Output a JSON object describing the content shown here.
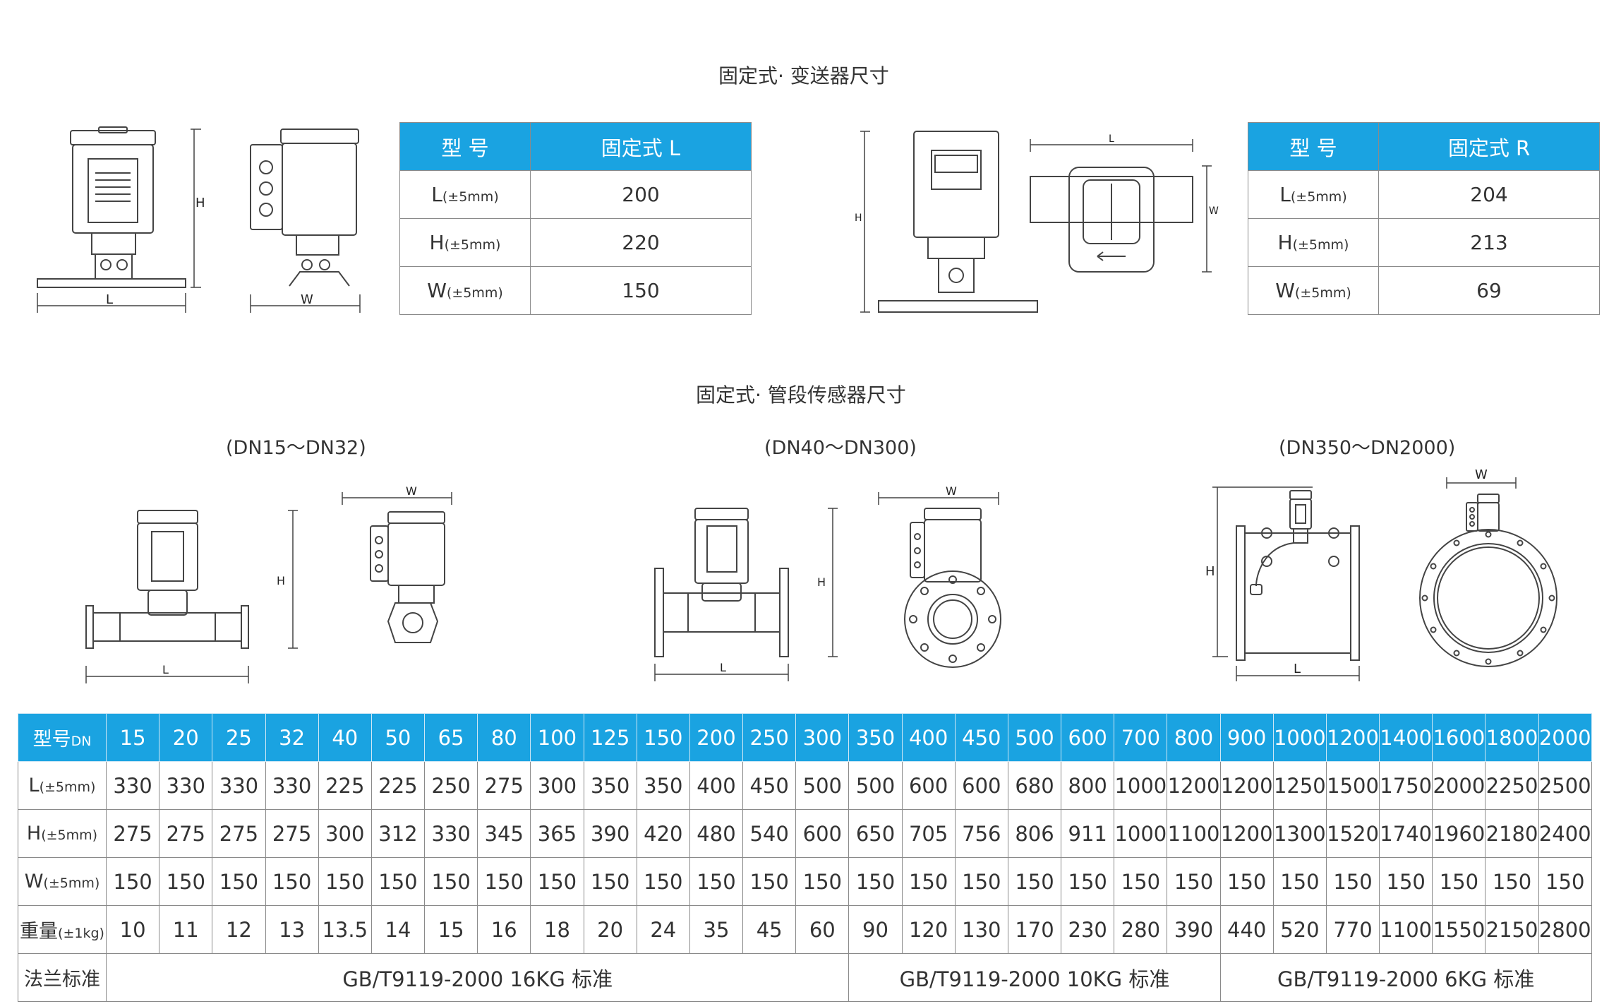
{
  "titles": {
    "transmitter": "固定式· 变送器尺寸",
    "pipe_sensor": "固定式· 管段传感器尺寸"
  },
  "ranges": [
    "(DN15～DN32)",
    "(DN40～DN300)",
    "(DN350～DN2000)"
  ],
  "drawing_labels": {
    "H": "H",
    "L": "L",
    "W": "W"
  },
  "unit_tol": "(±5mm)",
  "table_l": {
    "header": [
      "型 号",
      "固定式 L"
    ],
    "rows": [
      {
        "label": "L",
        "value": "200"
      },
      {
        "label": "H",
        "value": "220"
      },
      {
        "label": "W",
        "value": "150"
      }
    ]
  },
  "table_r": {
    "header": [
      "型 号",
      "固定式 R"
    ],
    "rows": [
      {
        "label": "L",
        "value": "204"
      },
      {
        "label": "H",
        "value": "213"
      },
      {
        "label": "W",
        "value": "69"
      }
    ]
  },
  "big_table": {
    "header_label": "型号",
    "header_sub": "DN",
    "dn": [
      "15",
      "20",
      "25",
      "32",
      "40",
      "50",
      "65",
      "80",
      "100",
      "125",
      "150",
      "200",
      "250",
      "300",
      "350",
      "400",
      "450",
      "500",
      "600",
      "700",
      "800",
      "900",
      "1000",
      "1200",
      "1400",
      "1600",
      "1800",
      "2000"
    ],
    "rows": [
      {
        "label": "L",
        "unit": "(±5mm)",
        "values": [
          "330",
          "330",
          "330",
          "330",
          "225",
          "225",
          "250",
          "275",
          "300",
          "350",
          "350",
          "400",
          "450",
          "500",
          "500",
          "600",
          "600",
          "680",
          "800",
          "1000",
          "1200",
          "1200",
          "1250",
          "1500",
          "1750",
          "2000",
          "2250",
          "2500"
        ]
      },
      {
        "label": "H",
        "unit": "(±5mm)",
        "values": [
          "275",
          "275",
          "275",
          "275",
          "300",
          "312",
          "330",
          "345",
          "365",
          "390",
          "420",
          "480",
          "540",
          "600",
          "650",
          "705",
          "756",
          "806",
          "911",
          "1000",
          "1100",
          "1200",
          "1300",
          "1520",
          "1740",
          "1960",
          "2180",
          "2400"
        ]
      },
      {
        "label": "W",
        "unit": "(±5mm)",
        "values": [
          "150",
          "150",
          "150",
          "150",
          "150",
          "150",
          "150",
          "150",
          "150",
          "150",
          "150",
          "150",
          "150",
          "150",
          "150",
          "150",
          "150",
          "150",
          "150",
          "150",
          "150",
          "150",
          "150",
          "150",
          "150",
          "150",
          "150",
          "150"
        ]
      },
      {
        "label": "重量",
        "unit": "(±1kg)",
        "values": [
          "10",
          "11",
          "12",
          "13",
          "13.5",
          "14",
          "15",
          "16",
          "18",
          "20",
          "24",
          "35",
          "45",
          "60",
          "90",
          "120",
          "130",
          "170",
          "230",
          "280",
          "390",
          "440",
          "520",
          "770",
          "1100",
          "1550",
          "2150",
          "2800"
        ]
      }
    ],
    "flange": {
      "label": "法兰标准",
      "groups": [
        {
          "text": "GB/T9119-2000 16KG 标准",
          "span": 14
        },
        {
          "text": "GB/T9119-2000 10KG 标准",
          "span": 7
        },
        {
          "text": "GB/T9119-2000 6KG 标准",
          "span": 7
        }
      ]
    }
  },
  "colors": {
    "header_blue": "#1aa3e1",
    "border": "#8a8a8a",
    "line": "#444444"
  }
}
